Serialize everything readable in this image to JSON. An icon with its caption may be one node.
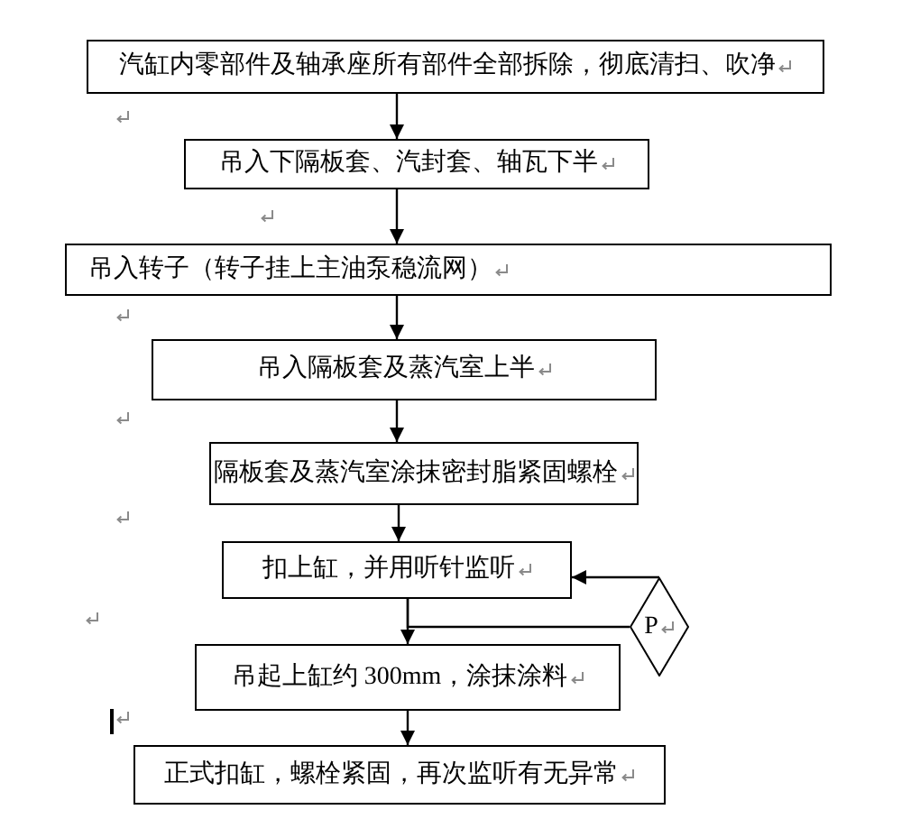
{
  "diagram": {
    "nodes": [
      {
        "text": [
          "汽缸内零部件及轴承座所有部件全部拆除，彻底清扫、吹净"
        ]
      },
      {
        "text": [
          "吊入下隔板套、汽封套、轴瓦下半"
        ]
      },
      {
        "text": [
          "吊入转子（转子挂上主油泵稳流网）"
        ]
      },
      {
        "text": [
          "吊入隔板套及蒸汽室上半"
        ]
      },
      {
        "text": [
          "隔板套及蒸汽室涂抹密封脂紧固螺栓"
        ]
      },
      {
        "text": [
          "扣上缸，并用听针监听"
        ]
      },
      {
        "text": [
          "吊起上缸约 300mm，涂抹涂料"
        ]
      },
      {
        "text": [
          "正式扣缸，螺栓紧固，再次监听有无异常"
        ]
      },
      {
        "text": [
          "P"
        ]
      }
    ],
    "edges": [
      {
        "from": 0,
        "to": 1,
        "arrow": "to"
      },
      {
        "from": 1,
        "to": 2,
        "arrow": "to"
      },
      {
        "from": 2,
        "to": 3,
        "arrow": "to"
      },
      {
        "from": 3,
        "to": 4,
        "arrow": "to"
      },
      {
        "from": 4,
        "to": 5,
        "arrow": "to"
      },
      {
        "from": 5,
        "to": 6,
        "arrow": "to"
      },
      {
        "from": 5,
        "to": 8,
        "arrow": "none"
      },
      {
        "from": 8,
        "to": 5,
        "arrow": "to"
      },
      {
        "from": 6,
        "to": 7,
        "arrow": "to"
      }
    ]
  }
}
